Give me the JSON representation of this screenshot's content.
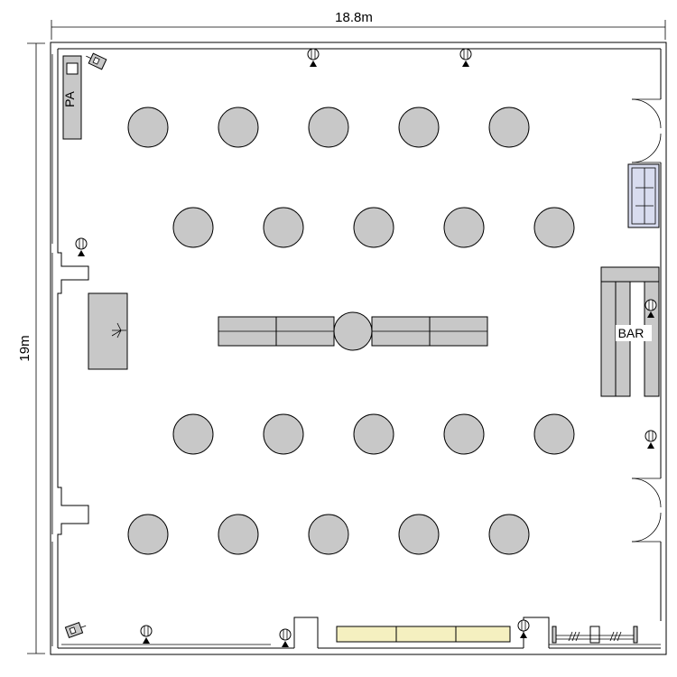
{
  "dimensions": {
    "width_label": "18.8m",
    "height_label": "19m"
  },
  "labels": {
    "pa": "PA",
    "bar": "BAR"
  },
  "round_tables": {
    "rows": [
      {
        "count": 5,
        "offset": "outer"
      },
      {
        "count": 5,
        "offset": "inner"
      },
      {
        "count": 5,
        "offset": "inner"
      },
      {
        "count": 5,
        "offset": "outer"
      }
    ]
  },
  "colors": {
    "furniture": "#c8c8c8",
    "stage": "#f5f0c0",
    "outline": "#000000"
  }
}
